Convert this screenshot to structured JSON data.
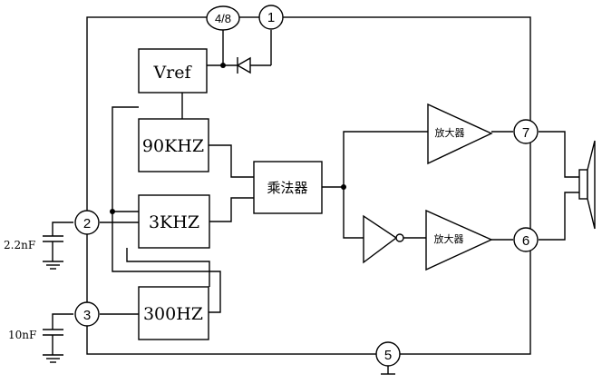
{
  "blocks": {
    "vref": "Vref",
    "osc_90k": "90KHZ",
    "osc_3k": "3KHZ",
    "osc_300": "300HZ",
    "multiplier": "乘法器"
  },
  "amplifiers": {
    "top": "放大器",
    "bottom": "放大器"
  },
  "pins": {
    "p48": "4/8",
    "p1": "1",
    "p2": "2",
    "p3": "3",
    "p5": "5",
    "p6": "6",
    "p7": "7"
  },
  "capacitors": {
    "c1": "2.2nF",
    "c2": "10nF"
  }
}
